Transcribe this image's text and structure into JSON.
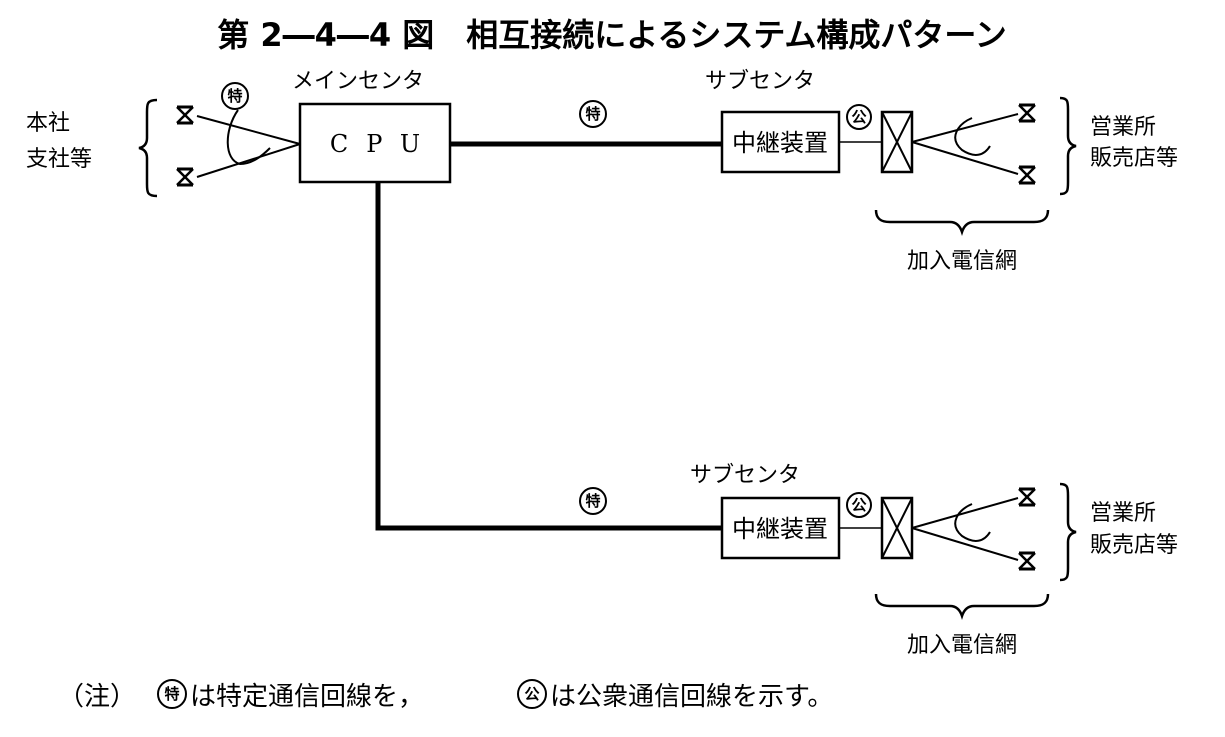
{
  "title": "第 2―4―4 図　相互接続によるシステム構成パターン",
  "main_center": {
    "label": "メインセンタ",
    "cpu_label": "CPU"
  },
  "head_office": {
    "line1": "本社",
    "line2": "支社等"
  },
  "line_marks": {
    "dedicated": "特",
    "public": "公"
  },
  "sub_centers": [
    {
      "label": "サブセンタ",
      "relay_label": "中継装置",
      "branch_line1": "営業所",
      "branch_line2": "販売店等",
      "network_label": "加入電信網"
    },
    {
      "label": "サブセンタ",
      "relay_label": "中継装置",
      "branch_line1": "営業所",
      "branch_line2": "販売店等",
      "network_label": "加入電信網"
    }
  ],
  "note": {
    "prefix": "（注）",
    "part1": "は特定通信回線を，",
    "part2": "は公衆通信回線を示す。"
  }
}
